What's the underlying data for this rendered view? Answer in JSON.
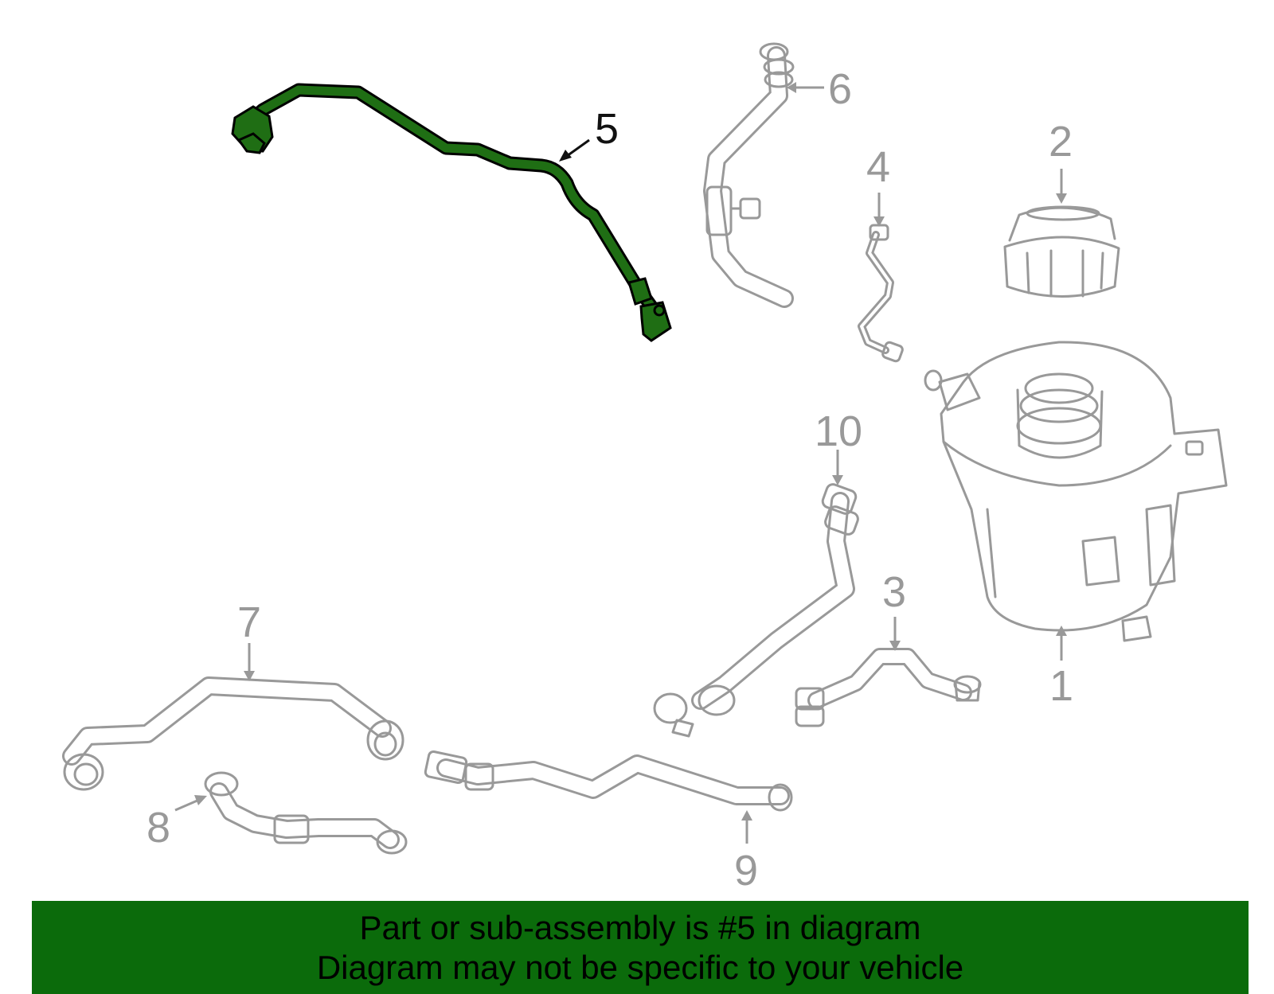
{
  "callouts": {
    "c1": "1",
    "c2": "2",
    "c3": "3",
    "c4": "4",
    "c5": "5",
    "c6": "6",
    "c7": "7",
    "c8": "8",
    "c9": "9",
    "c10": "10"
  },
  "highlighted_part": "5",
  "colors": {
    "highlight_fill": "#1f6e14",
    "highlight_stroke": "#000000",
    "part_stroke": "#999999",
    "banner_background": "#0b6b0b"
  },
  "banner": {
    "line1": "Part or sub-assembly is #5 in diagram",
    "line2": "Diagram may not be specific to your vehicle"
  }
}
